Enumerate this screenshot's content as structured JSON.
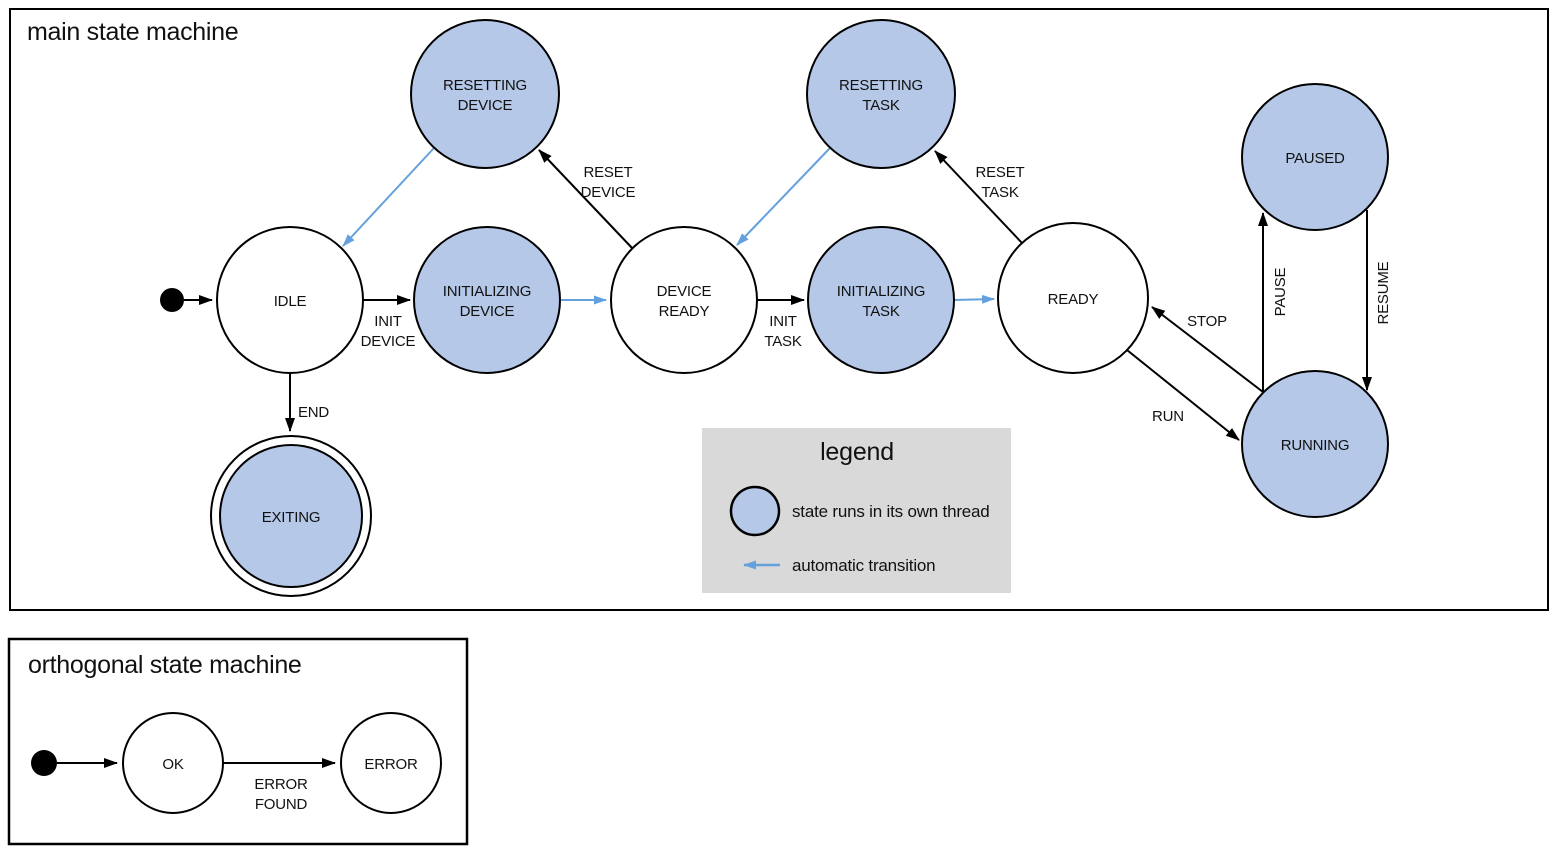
{
  "colors": {
    "thread_state_fill": "#b5c8e8",
    "automatic_transition_blue": "#64a1dc",
    "outline_black": "#000000",
    "legend_background": "#d9d9d9"
  },
  "main": {
    "title": "main state machine",
    "states": {
      "idle": {
        "label": "IDLE"
      },
      "resetting_device": {
        "line1": "RESETTING",
        "line2": "DEVICE"
      },
      "initializing_device": {
        "line1": "INITIALIZING",
        "line2": "DEVICE"
      },
      "device_ready": {
        "line1": "DEVICE",
        "line2": "READY"
      },
      "resetting_task": {
        "line1": "RESETTING",
        "line2": "TASK"
      },
      "initializing_task": {
        "line1": "INITIALIZING",
        "line2": "TASK"
      },
      "ready": {
        "label": "READY"
      },
      "paused": {
        "label": "PAUSED"
      },
      "running": {
        "label": "RUNNING"
      },
      "exiting": {
        "label": "EXITING"
      }
    },
    "transitions": {
      "init_device": {
        "line1": "INIT",
        "line2": "DEVICE"
      },
      "reset_device": {
        "line1": "RESET",
        "line2": "DEVICE"
      },
      "init_task": {
        "line1": "INIT",
        "line2": "TASK"
      },
      "reset_task": {
        "line1": "RESET",
        "line2": "TASK"
      },
      "end": {
        "label": "END"
      },
      "stop": {
        "label": "STOP"
      },
      "run": {
        "label": "RUN"
      },
      "pause": {
        "label": "PAUSE"
      },
      "resume": {
        "label": "RESUME"
      }
    },
    "legend": {
      "title": "legend",
      "thread_item": "state runs in its own thread",
      "auto_item": "automatic transition"
    }
  },
  "orthogonal": {
    "title": "orthogonal state machine",
    "states": {
      "ok": {
        "label": "OK"
      },
      "error": {
        "label": "ERROR"
      }
    },
    "transitions": {
      "error_found": {
        "line1": "ERROR",
        "line2": "FOUND"
      }
    }
  }
}
